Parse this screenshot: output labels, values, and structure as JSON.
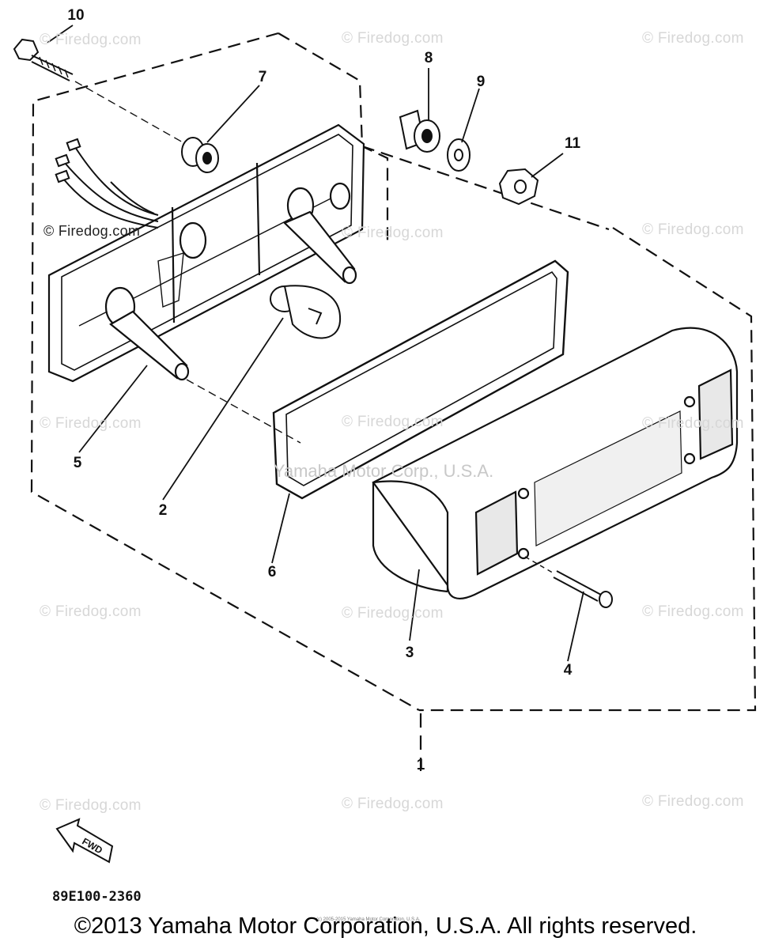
{
  "watermarks": {
    "text": "© Firedog.com",
    "center_text": "Yamaha Motor Corp., U.S.A."
  },
  "callouts": [
    "10",
    "7",
    "8",
    "9",
    "11",
    "5",
    "2",
    "6",
    "3",
    "4",
    "1"
  ],
  "direction_label": "FWD",
  "drawing_code": "89E100-2360",
  "tiny_copyright": "(c) 2005-2015 Yamaha Motor Corporation, U.S.A.",
  "footer": "©2013 Yamaha Motor Corporation, U.S.A. All rights reserved."
}
